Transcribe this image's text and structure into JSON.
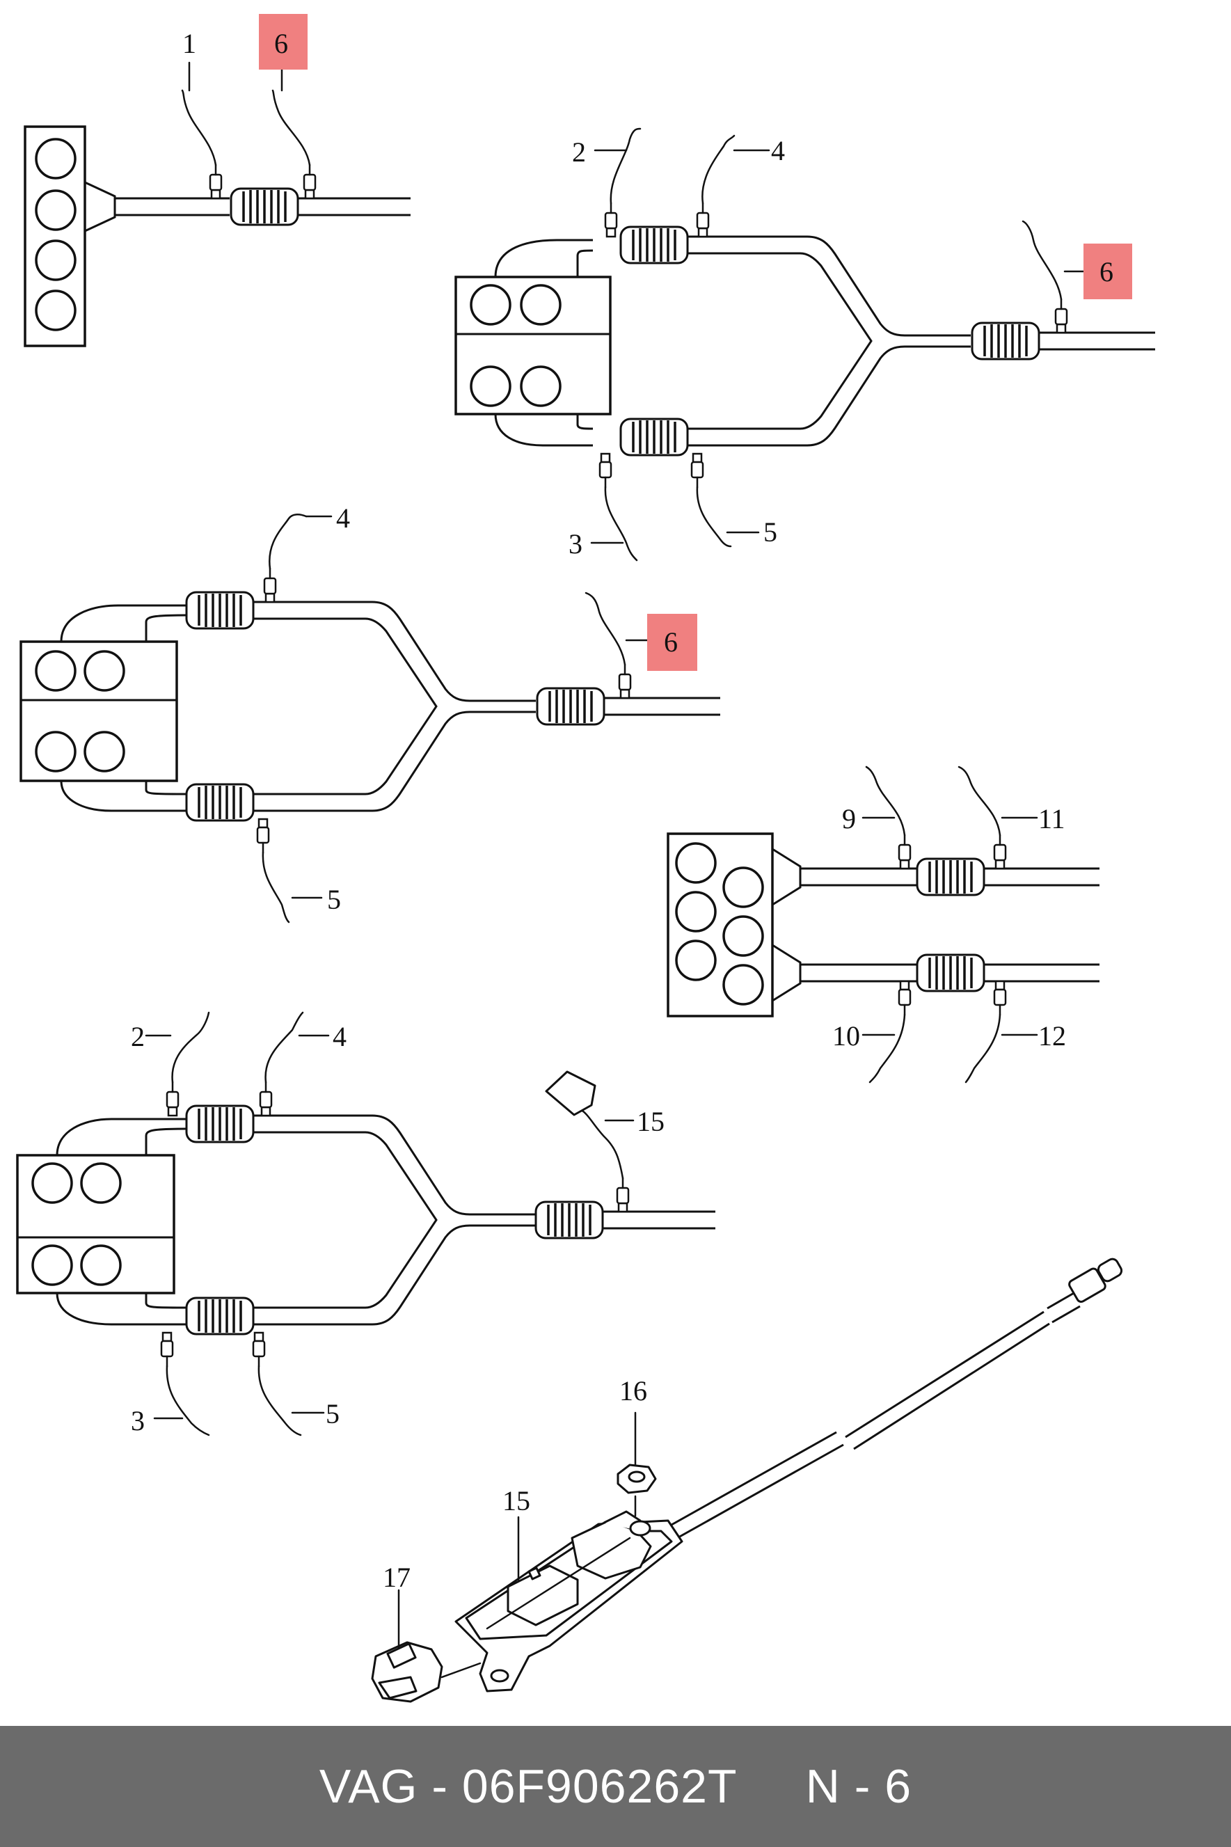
{
  "diagram": {
    "callouts": {
      "d1_1": "1",
      "d1_6": "6",
      "d2_2": "2",
      "d2_4": "4",
      "d2_6": "6",
      "d2_3": "3",
      "d2_5": "5",
      "d3_4": "4",
      "d3_6": "6",
      "d3_5": "5",
      "d4_9": "9",
      "d4_11": "11",
      "d4_10": "10",
      "d4_12": "12",
      "d5_2": "2",
      "d5_4": "4",
      "d5_15": "15",
      "d5_3": "3",
      "d5_5": "5",
      "p_16": "16",
      "p_15": "15",
      "p_17": "17"
    },
    "highlight_color": "#f08080"
  },
  "footer": {
    "brand": "VAG",
    "part_number": "06F906262T",
    "position": "N - 6",
    "text": "VAG - 06F906262T     N - 6",
    "background": "#6b6b6b"
  }
}
